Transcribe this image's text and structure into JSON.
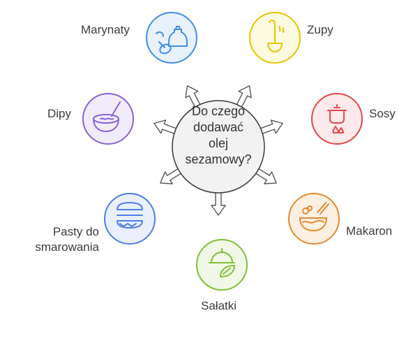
{
  "center": {
    "lines": [
      "Do czego",
      "dodawać",
      "olej",
      "sezamowy?"
    ],
    "fill": "#f2f2f2",
    "stroke": "#3a3a3a"
  },
  "nodes": [
    {
      "id": "marynaty",
      "label": "Marynaty",
      "icon": "jar-and-spoon-icon",
      "color": "#3f8ee6",
      "fill": "#e8f2fc"
    },
    {
      "id": "zupy",
      "label": "Zupy",
      "icon": "ladle-icon",
      "color": "#e6c400",
      "fill": "#fffbe0"
    },
    {
      "id": "sosy",
      "label": "Sosy",
      "icon": "cooking-pot-icon",
      "color": "#e34848",
      "fill": "#fdeaea"
    },
    {
      "id": "makaron",
      "label": "Makaron",
      "icon": "noodle-bowl-icon",
      "color": "#e6882f",
      "fill": "#fdf0e3"
    },
    {
      "id": "salatki",
      "label": "Sałatki",
      "icon": "salad-leaf-icon",
      "color": "#80bf36",
      "fill": "#f1f8e7"
    },
    {
      "id": "pasty",
      "label": "Pasty do smarowania",
      "label_lines": [
        "Pasty do",
        "smarowania"
      ],
      "icon": "sandwich-spread-icon",
      "color": "#4f7ee8",
      "fill": "#eaf0fd"
    },
    {
      "id": "dipy",
      "label": "Dipy",
      "icon": "dip-bowl-icon",
      "color": "#8a62d8",
      "fill": "#f1ecfb"
    }
  ],
  "arrow_style": {
    "fill": "#ffffff",
    "stroke": "#555555"
  }
}
